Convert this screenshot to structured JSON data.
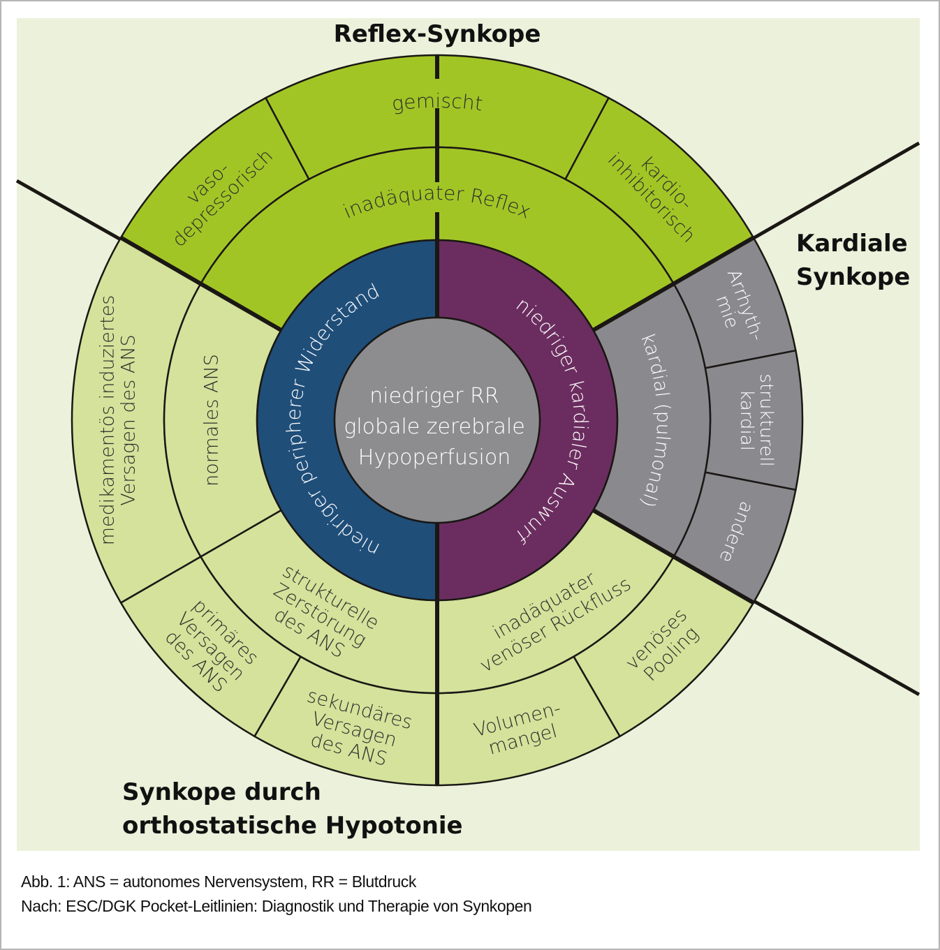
{
  "figure": {
    "type": "sunburst",
    "colors": {
      "panel_background": "#ECF1DB",
      "reflex_segment": "#A2C526",
      "orthostatic_segment": "#D4E29B",
      "cardiac_segment": "#8A898E",
      "peripheral_resistance": "#1F4E79",
      "cardiac_output": "#6B2D5F",
      "center": "#8D8D90",
      "line": "#1A1714"
    },
    "center": {
      "lines": [
        "niedriger RR",
        "globale zerebrale",
        "Hypoperfusion"
      ]
    },
    "inner_ring": [
      {
        "id": "peripheral",
        "label": "niedriger peripherer Widerstand",
        "start_deg": 180,
        "end_deg": 360,
        "color_key": "peripheral_resistance"
      },
      {
        "id": "output",
        "label": "niedriger kardialer Auswurf",
        "start_deg": 0,
        "end_deg": 180,
        "color_key": "cardiac_output"
      }
    ],
    "sectors": [
      {
        "id": "reflex",
        "title_lines": [
          "Reflex-Synkope"
        ],
        "start_deg": -60,
        "end_deg": 60
      },
      {
        "id": "cardiac",
        "title_lines": [
          "Kardiale",
          "Synkope"
        ],
        "start_deg": 60,
        "end_deg": 120
      },
      {
        "id": "orthostatic",
        "title_lines": [
          "Synkope durch",
          "orthostatische Hypotonie"
        ],
        "start_deg": 120,
        "end_deg": 300
      }
    ],
    "middle_ring": [
      {
        "id": "inadequate-reflex",
        "lines": [
          "inadäquater Reflex"
        ],
        "start_deg": -60,
        "end_deg": 60,
        "color_key": "reflex_segment"
      },
      {
        "id": "cardiac-pulmonary",
        "lines": [
          "kardial (pulmonal)"
        ],
        "start_deg": 60,
        "end_deg": 120,
        "color_key": "cardiac_segment"
      },
      {
        "id": "venous-return",
        "lines": [
          "inadäquater",
          "venöser Rückfluss"
        ],
        "start_deg": 120,
        "end_deg": 180,
        "color_key": "orthostatic_segment"
      },
      {
        "id": "structural-ans",
        "lines": [
          "strukturelle",
          "Zerstörung",
          "des ANS"
        ],
        "start_deg": 180,
        "end_deg": 240,
        "color_key": "orthostatic_segment"
      },
      {
        "id": "normal-ans",
        "lines": [
          "normales ANS"
        ],
        "start_deg": 240,
        "end_deg": 300,
        "color_key": "orthostatic_segment"
      }
    ],
    "outer_ring": [
      {
        "id": "vasodepressor",
        "lines": [
          "vaso-",
          "depressorisch"
        ],
        "start_deg": -60,
        "end_deg": -28,
        "color_key": "reflex_segment"
      },
      {
        "id": "mixed",
        "lines": [
          "gemischt"
        ],
        "start_deg": -28,
        "end_deg": 28,
        "color_key": "reflex_segment"
      },
      {
        "id": "cardioinhibitory",
        "lines": [
          "kardio-",
          "inhibitorisch"
        ],
        "start_deg": 28,
        "end_deg": 60,
        "color_key": "reflex_segment"
      },
      {
        "id": "arrhythmia",
        "lines": [
          "Arrhyth-",
          "mie"
        ],
        "start_deg": 60,
        "end_deg": 79,
        "color_key": "cardiac_segment"
      },
      {
        "id": "structural-cardiac",
        "lines": [
          "strukturell",
          "kardial"
        ],
        "start_deg": 79,
        "end_deg": 101,
        "color_key": "cardiac_segment"
      },
      {
        "id": "other",
        "lines": [
          "andere"
        ],
        "start_deg": 101,
        "end_deg": 120,
        "color_key": "cardiac_segment"
      },
      {
        "id": "venous-pooling",
        "lines": [
          "venöses",
          "Pooling"
        ],
        "start_deg": 120,
        "end_deg": 150,
        "color_key": "orthostatic_segment"
      },
      {
        "id": "volume-depletion",
        "lines": [
          "Volumen-",
          "mangel"
        ],
        "start_deg": 150,
        "end_deg": 180,
        "color_key": "orthostatic_segment"
      },
      {
        "id": "secondary-ans",
        "lines": [
          "sekundäres",
          "Versagen",
          "des ANS"
        ],
        "start_deg": 180,
        "end_deg": 210,
        "color_key": "orthostatic_segment"
      },
      {
        "id": "primary-ans",
        "lines": [
          "primäres",
          "Versagen",
          "des ANS"
        ],
        "start_deg": 210,
        "end_deg": 240,
        "color_key": "orthostatic_segment"
      },
      {
        "id": "drug-induced-ans",
        "lines": [
          "medikamentös induziertes",
          "Versagen des ANS"
        ],
        "start_deg": 240,
        "end_deg": 300,
        "color_key": "orthostatic_segment"
      }
    ]
  },
  "caption": {
    "line1": "Abb. 1: ANS = autonomes Nervensystem, RR = Blutdruck",
    "line2": "Nach: ESC/DGK Pocket-Leitlinien: Diagnostik und Therapie von Synkopen"
  }
}
